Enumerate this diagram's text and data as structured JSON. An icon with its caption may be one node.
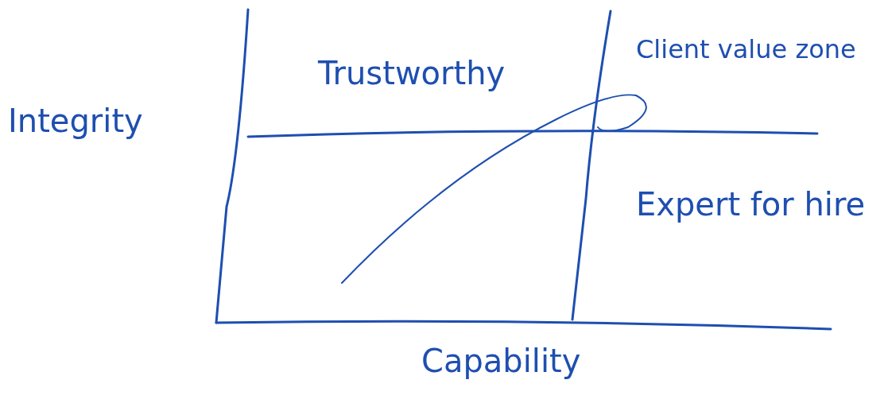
{
  "diagram": {
    "labels": [
      "Trustworthy",
      "Client value zone",
      "Integrity",
      "Expert for hire",
      "Capability"
    ]
  }
}
